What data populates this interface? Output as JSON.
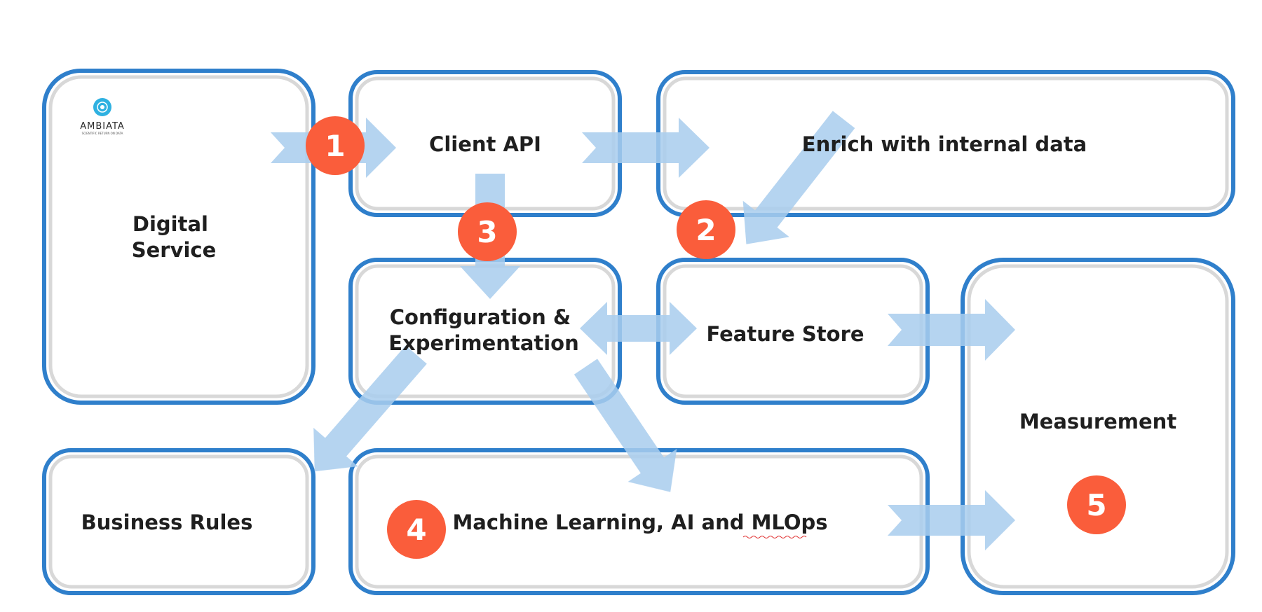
{
  "boxes": {
    "digital_service": [
      "Digital",
      "Service"
    ],
    "client_api": "Client API",
    "enrich": "Enrich with internal data",
    "config": [
      "Configuration &",
      "Experimentation"
    ],
    "feature_store": "Feature Store",
    "measurement": "Measurement",
    "business_rules": "Business Rules",
    "ml": "Machine Learning, AI and MLOps"
  },
  "badges": [
    "1",
    "2",
    "3",
    "4",
    "5"
  ],
  "logo": {
    "name": "AMBIATA",
    "tagline": "SCIENTIFIC RETURN ON DATA"
  },
  "colors": {
    "box_border": "#2f7fcb",
    "box_inner_border": "#d8d8d8",
    "arrow": "#a9cdee",
    "badge": "#fa5d3b",
    "logo_mark": "#2fb1e1"
  }
}
